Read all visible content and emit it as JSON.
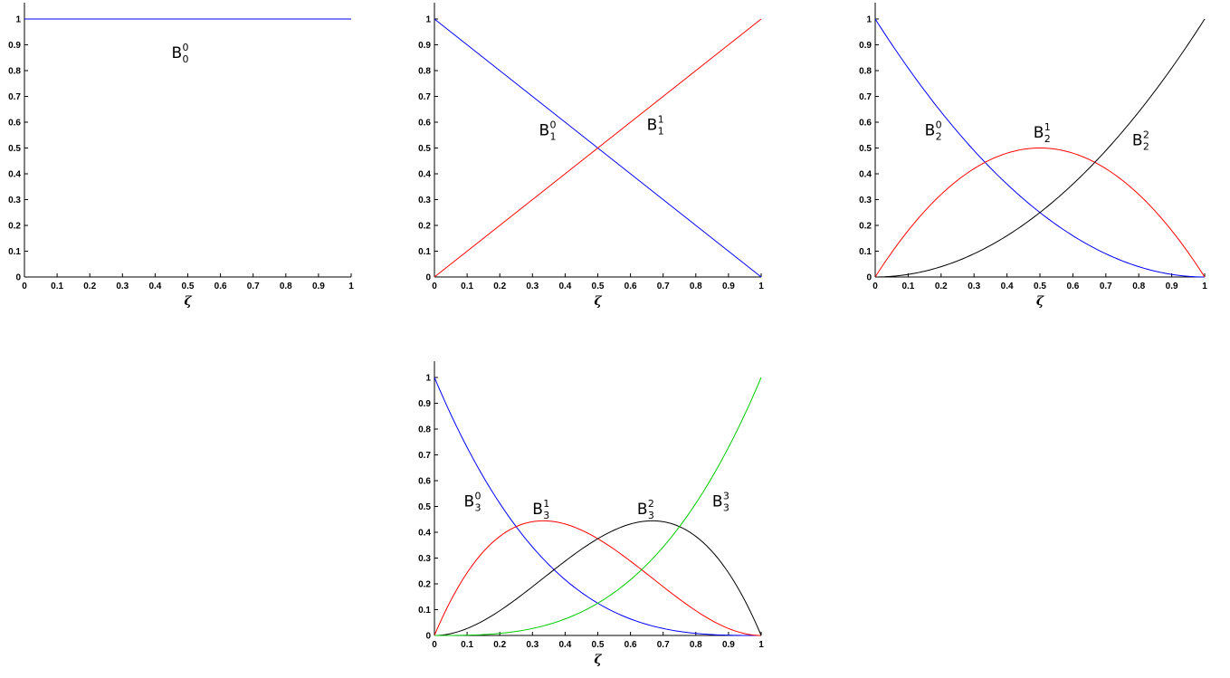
{
  "chart_data": [
    {
      "type": "line",
      "xlabel": "ζ",
      "xlim": [
        0,
        1
      ],
      "ylim": [
        0,
        1
      ],
      "xticks": [
        "0",
        "0.1",
        "0.2",
        "0.3",
        "0.4",
        "0.5",
        "0.6",
        "0.7",
        "0.8",
        "0.9",
        "1"
      ],
      "yticks": [
        "0",
        "0.1",
        "0.2",
        "0.3",
        "0.4",
        "0.5",
        "0.6",
        "0.7",
        "0.8",
        "0.9",
        "1"
      ],
      "grid": false,
      "series": [
        {
          "color": "#0000ff",
          "x": [
            0,
            1
          ],
          "y": [
            1,
            1
          ]
        }
      ],
      "annotations": [
        {
          "base": "B",
          "sub": "0",
          "sup": "0",
          "x": 0.45,
          "y": 0.85
        }
      ]
    },
    {
      "type": "line",
      "xlabel": "ζ",
      "xlim": [
        0,
        1
      ],
      "ylim": [
        0,
        1
      ],
      "xticks": [
        "0",
        "0.1",
        "0.2",
        "0.3",
        "0.4",
        "0.5",
        "0.6",
        "0.7",
        "0.8",
        "0.9",
        "1"
      ],
      "yticks": [
        "0",
        "0.1",
        "0.2",
        "0.3",
        "0.4",
        "0.5",
        "0.6",
        "0.7",
        "0.8",
        "0.9",
        "1"
      ],
      "grid": false,
      "series": [
        {
          "color": "#0000ff",
          "x": [
            0,
            0.1,
            0.2,
            0.3,
            0.4,
            0.5,
            0.6,
            0.7,
            0.8,
            0.9,
            1
          ],
          "y": [
            1,
            0.9,
            0.8,
            0.7,
            0.6,
            0.5,
            0.4,
            0.3,
            0.2,
            0.1,
            0
          ]
        },
        {
          "color": "#ff0000",
          "x": [
            0,
            0.1,
            0.2,
            0.3,
            0.4,
            0.5,
            0.6,
            0.7,
            0.8,
            0.9,
            1
          ],
          "y": [
            0,
            0.1,
            0.2,
            0.3,
            0.4,
            0.5,
            0.6,
            0.7,
            0.8,
            0.9,
            1
          ]
        }
      ],
      "annotations": [
        {
          "base": "B",
          "sub": "1",
          "sup": "0",
          "x": 0.32,
          "y": 0.55
        },
        {
          "base": "B",
          "sub": "1",
          "sup": "1",
          "x": 0.65,
          "y": 0.57
        }
      ]
    },
    {
      "type": "line",
      "xlabel": "ζ",
      "xlim": [
        0,
        1
      ],
      "ylim": [
        0,
        1
      ],
      "xticks": [
        "0",
        "0.1",
        "0.2",
        "0.3",
        "0.4",
        "0.5",
        "0.6",
        "0.7",
        "0.8",
        "0.9",
        "1"
      ],
      "yticks": [
        "0",
        "0.1",
        "0.2",
        "0.3",
        "0.4",
        "0.5",
        "0.6",
        "0.7",
        "0.8",
        "0.9",
        "1"
      ],
      "grid": false,
      "series": [
        {
          "color": "#0000ff",
          "x": [
            0,
            0.1,
            0.2,
            0.3,
            0.4,
            0.5,
            0.6,
            0.7,
            0.8,
            0.9,
            1
          ],
          "y": [
            1,
            0.81,
            0.64,
            0.49,
            0.36,
            0.25,
            0.16,
            0.09,
            0.04,
            0.01,
            0
          ]
        },
        {
          "color": "#ff0000",
          "x": [
            0,
            0.1,
            0.2,
            0.3,
            0.4,
            0.5,
            0.6,
            0.7,
            0.8,
            0.9,
            1
          ],
          "y": [
            0,
            0.18,
            0.32,
            0.42,
            0.48,
            0.5,
            0.48,
            0.42,
            0.32,
            0.18,
            0
          ]
        },
        {
          "color": "#000000",
          "x": [
            0,
            0.1,
            0.2,
            0.3,
            0.4,
            0.5,
            0.6,
            0.7,
            0.8,
            0.9,
            1
          ],
          "y": [
            0,
            0.01,
            0.04,
            0.09,
            0.16,
            0.25,
            0.36,
            0.49,
            0.64,
            0.81,
            1
          ]
        }
      ],
      "annotations": [
        {
          "base": "B",
          "sub": "2",
          "sup": "0",
          "x": 0.15,
          "y": 0.55
        },
        {
          "base": "B",
          "sub": "2",
          "sup": "1",
          "x": 0.48,
          "y": 0.54
        },
        {
          "base": "B",
          "sub": "2",
          "sup": "2",
          "x": 0.78,
          "y": 0.51
        }
      ]
    },
    {
      "type": "line",
      "xlabel": "ζ",
      "xlim": [
        0,
        1
      ],
      "ylim": [
        0,
        1
      ],
      "xticks": [
        "0",
        "0.1",
        "0.2",
        "0.3",
        "0.4",
        "0.5",
        "0.6",
        "0.7",
        "0.8",
        "0.9",
        "1"
      ],
      "yticks": [
        "0",
        "0.1",
        "0.2",
        "0.3",
        "0.4",
        "0.5",
        "0.6",
        "0.7",
        "0.8",
        "0.9",
        "1"
      ],
      "grid": false,
      "series": [
        {
          "color": "#0000ff",
          "x": [
            0,
            0.1,
            0.2,
            0.3,
            0.4,
            0.5,
            0.6,
            0.7,
            0.8,
            0.9,
            1
          ],
          "y": [
            1,
            0.729,
            0.512,
            0.343,
            0.216,
            0.125,
            0.064,
            0.027,
            0.008,
            0.001,
            0
          ]
        },
        {
          "color": "#ff0000",
          "x": [
            0,
            0.1,
            0.2,
            0.3,
            0.4,
            0.5,
            0.6,
            0.7,
            0.8,
            0.9,
            1
          ],
          "y": [
            0,
            0.243,
            0.384,
            0.441,
            0.432,
            0.375,
            0.288,
            0.189,
            0.096,
            0.027,
            0
          ]
        },
        {
          "color": "#000000",
          "x": [
            0,
            0.1,
            0.2,
            0.3,
            0.4,
            0.5,
            0.6,
            0.7,
            0.8,
            0.9,
            1
          ],
          "y": [
            0,
            0.027,
            0.096,
            0.189,
            0.288,
            0.375,
            0.432,
            0.441,
            0.384,
            0.243,
            0
          ]
        },
        {
          "color": "#00cc00",
          "x": [
            0,
            0.1,
            0.2,
            0.3,
            0.4,
            0.5,
            0.6,
            0.7,
            0.8,
            0.9,
            1
          ],
          "y": [
            0,
            0.001,
            0.008,
            0.027,
            0.064,
            0.125,
            0.216,
            0.343,
            0.512,
            0.729,
            1
          ]
        }
      ],
      "annotations": [
        {
          "base": "B",
          "sub": "3",
          "sup": "0",
          "x": 0.09,
          "y": 0.5
        },
        {
          "base": "B",
          "sub": "3",
          "sup": "1",
          "x": 0.3,
          "y": 0.47
        },
        {
          "base": "B",
          "sub": "3",
          "sup": "2",
          "x": 0.62,
          "y": 0.47
        },
        {
          "base": "B",
          "sub": "3",
          "sup": "3",
          "x": 0.85,
          "y": 0.5
        }
      ]
    }
  ]
}
